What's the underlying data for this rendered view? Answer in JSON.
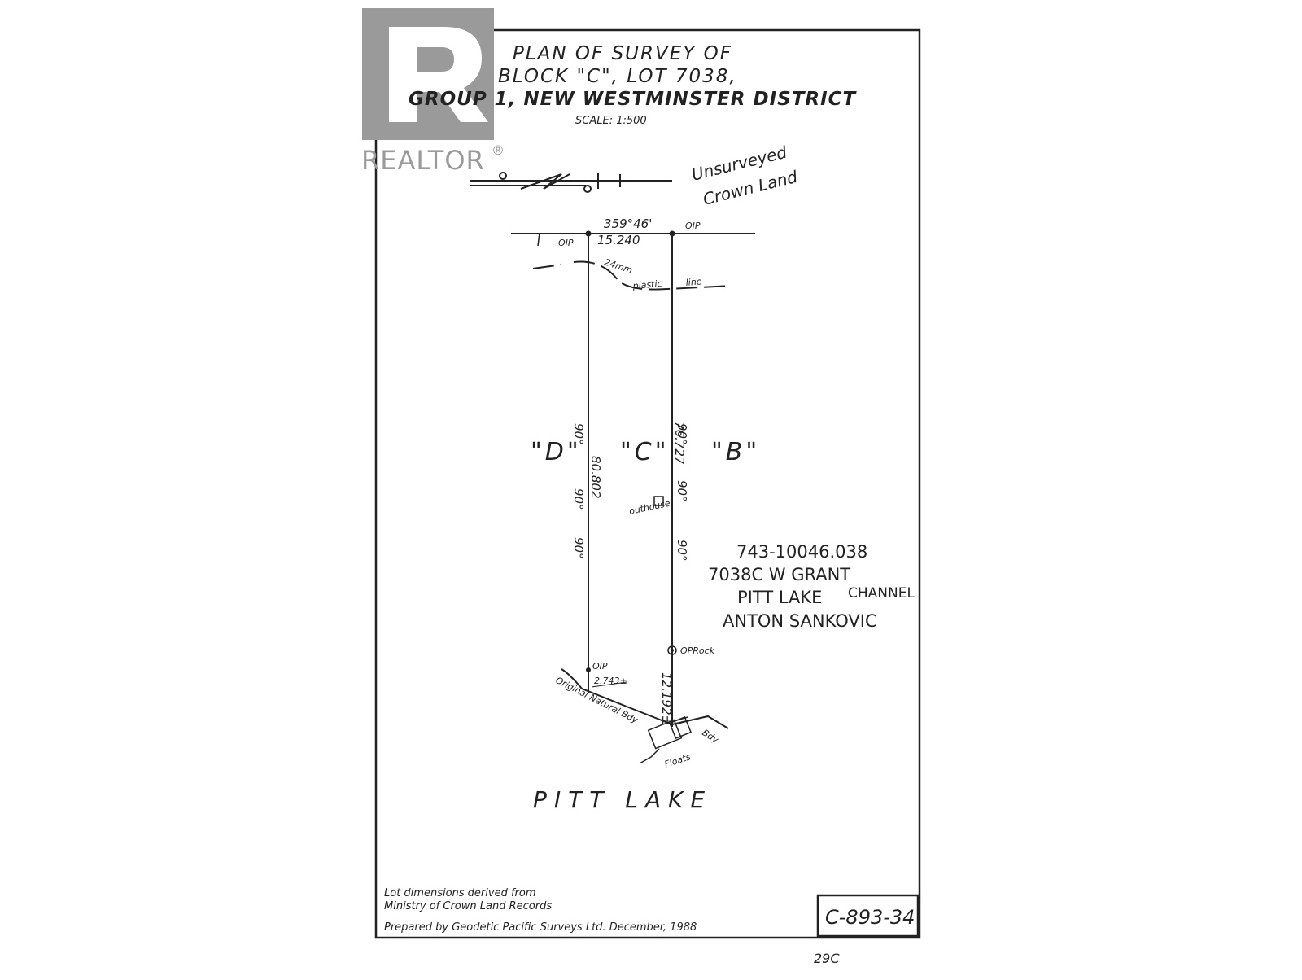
{
  "logo": {
    "brand_text": "REALTOR",
    "registered_mark": "®",
    "color": "#9a9a9a"
  },
  "title": {
    "line1": "PLAN OF SURVEY OF",
    "line2": "BLOCK \"C\", LOT 7038,",
    "line3": "GROUP 1, NEW WESTMINSTER DISTRICT",
    "scale": "SCALE:  1:500"
  },
  "north_land": {
    "line1": "Unsurveyed",
    "line2": "Crown Land"
  },
  "top_boundary": {
    "bearing": "359°46'",
    "distance": "15.240",
    "oip_left": "OIP",
    "oip_right": "OIP"
  },
  "plastic_line": {
    "size": "24mm",
    "label1": "plastic",
    "label2": "line"
  },
  "lots": {
    "d": "\"D\"",
    "c": "\"C\"",
    "b": "\"B\""
  },
  "dimensions": {
    "left_side": "80.802",
    "right_side": "76.727",
    "bearing_mark": "90°",
    "left_bottom_offset": "2.743±",
    "right_bottom_offset": "12.192±",
    "oip_bottom": "OIP",
    "op_rock": "OPRock"
  },
  "features": {
    "outhouse": "outhouse",
    "boundary": "Original Natural Bdy",
    "floats": "Floats"
  },
  "handwritten": {
    "line1": "743-10046.038",
    "line2": "7038C W GRANT",
    "line3": "PITT LAKE",
    "line4": "CHANNEL",
    "line5": "ANTON SANKOVIC"
  },
  "lake": "PITT LAKE",
  "notes": {
    "line1": "Lot dimensions derived from",
    "line2": "Ministry of Crown Land Records",
    "line3": "Prepared by Geodetic Pacific Surveys Ltd. December, 1988"
  },
  "reference": "C-893-34",
  "page_mark": "29C"
}
